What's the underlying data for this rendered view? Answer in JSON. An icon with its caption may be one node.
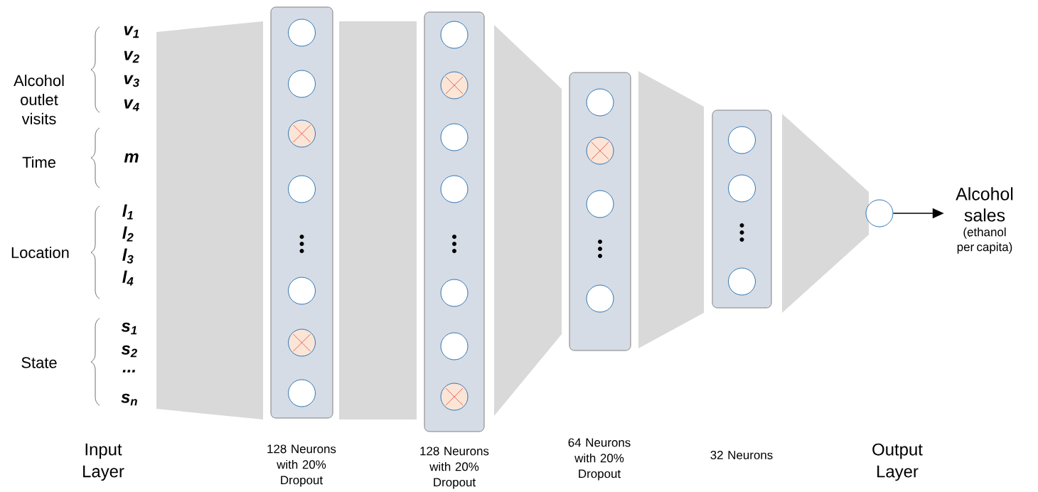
{
  "diagram": {
    "nodes": [
      {
        "text": [],
        "shape": "box"
      },
      {
        "text": [],
        "shape": "circle",
        "in": 0
      },
      {
        "text": [],
        "shape": "circle",
        "in": 0
      },
      {
        "text": [],
        "shape": "circle",
        "in": 0
      },
      {
        "text": [],
        "shape": "circle",
        "in": 0
      },
      {
        "text": [],
        "shape": "circle",
        "in": 0
      },
      {
        "text": [],
        "shape": "circle",
        "in": 0
      },
      {
        "text": [],
        "shape": "circle",
        "in": 0
      },
      {
        "text": [],
        "shape": "box"
      },
      {
        "text": [],
        "shape": "circle",
        "in": 8
      },
      {
        "text": [],
        "shape": "circle",
        "in": 8
      },
      {
        "text": [],
        "shape": "circle",
        "in": 8
      },
      {
        "text": [],
        "shape": "circle",
        "in": 8
      },
      {
        "text": [],
        "shape": "circle",
        "in": 8
      },
      {
        "text": [],
        "shape": "circle",
        "in": 8
      },
      {
        "text": [],
        "shape": "circle",
        "in": 8
      },
      {
        "text": [],
        "shape": "box"
      },
      {
        "text": [],
        "shape": "circle",
        "in": 16
      },
      {
        "text": [],
        "shape": "circle",
        "in": 16
      },
      {
        "text": [],
        "shape": "circle",
        "in": 16
      },
      {
        "text": [],
        "shape": "circle",
        "in": 16
      },
      {
        "text": [],
        "shape": "box"
      },
      {
        "text": [],
        "shape": "circle",
        "in": 21
      },
      {
        "text": [],
        "shape": "circle",
        "in": 21
      },
      {
        "text": [],
        "shape": "circle",
        "in": 21
      },
      {
        "text": [],
        "shape": "circle"
      },
      {
        "text": [
          "Alcohol sales",
          "(ethanol per capita)"
        ]
      },
      {
        "text": [],
        "shape": "band"
      },
      {
        "text": [],
        "shape": "band"
      },
      {
        "text": [],
        "shape": "band"
      },
      {
        "text": [],
        "shape": "band"
      },
      {
        "text": [],
        "shape": "band"
      }
    ],
    "edges": [
      {
        "from": 25,
        "to": 26,
        "arrow": "to"
      }
    ],
    "labels": [
      "Alcohol outlet visits",
      "v$_{1}$",
      "v$_{2}$",
      "v$_{3}$",
      "v$_{4}$",
      "Time",
      "m",
      "Location",
      "l$_{1}$",
      "l$_{2}$",
      "l$_{3}$",
      "l$_{4}$",
      "State",
      "s$_{1}$",
      "s$_{2}$",
      "...",
      "s$_{n}$",
      "Input Layer",
      "128 Neurons with 20% Dropout",
      "128 Neurons with 20% Dropout",
      "64 Neurons with 20% Dropout",
      "32 Neurons",
      "Output Layer"
    ]
  }
}
